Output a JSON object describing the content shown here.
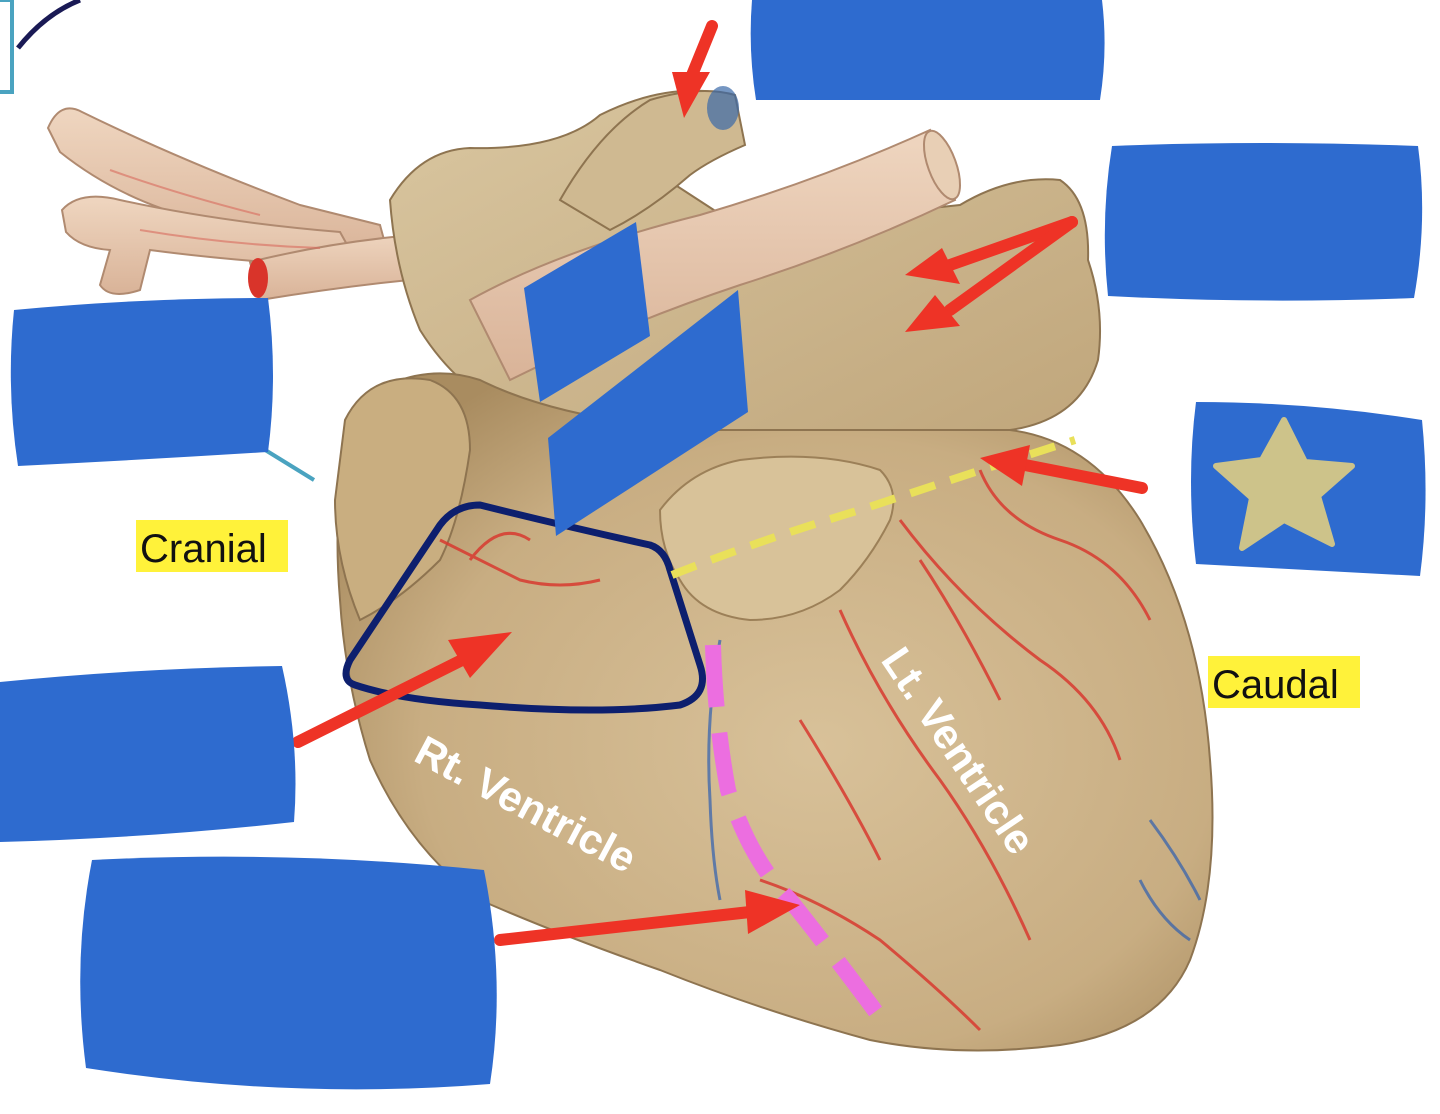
{
  "labels": {
    "cranial": "Cranial",
    "caudal": "Caudal",
    "rt_ventricle": "Rt. Ventricle",
    "lt_ventricle": "Lt. Ventricle"
  },
  "blanks": [
    {
      "id": "top-right"
    },
    {
      "id": "right-upper"
    },
    {
      "id": "star",
      "icon": "star-icon"
    },
    {
      "id": "left-upper"
    },
    {
      "id": "left-middle"
    },
    {
      "id": "left-lower"
    },
    {
      "id": "center-upper"
    },
    {
      "id": "center-lower"
    }
  ],
  "colors": {
    "label_box": "#2e6bcf",
    "arrow": "#ee3326",
    "highlight": "#fff23a",
    "outline": "#0d1f6e",
    "pink_line": "#ec6ee0",
    "yellow_line": "#e9e05a",
    "heart_tissue": "#cdb48a",
    "vessel": "#e6c7ae",
    "star": "#cdc38a"
  },
  "icons": [
    "star-icon",
    "arrow-icon"
  ]
}
